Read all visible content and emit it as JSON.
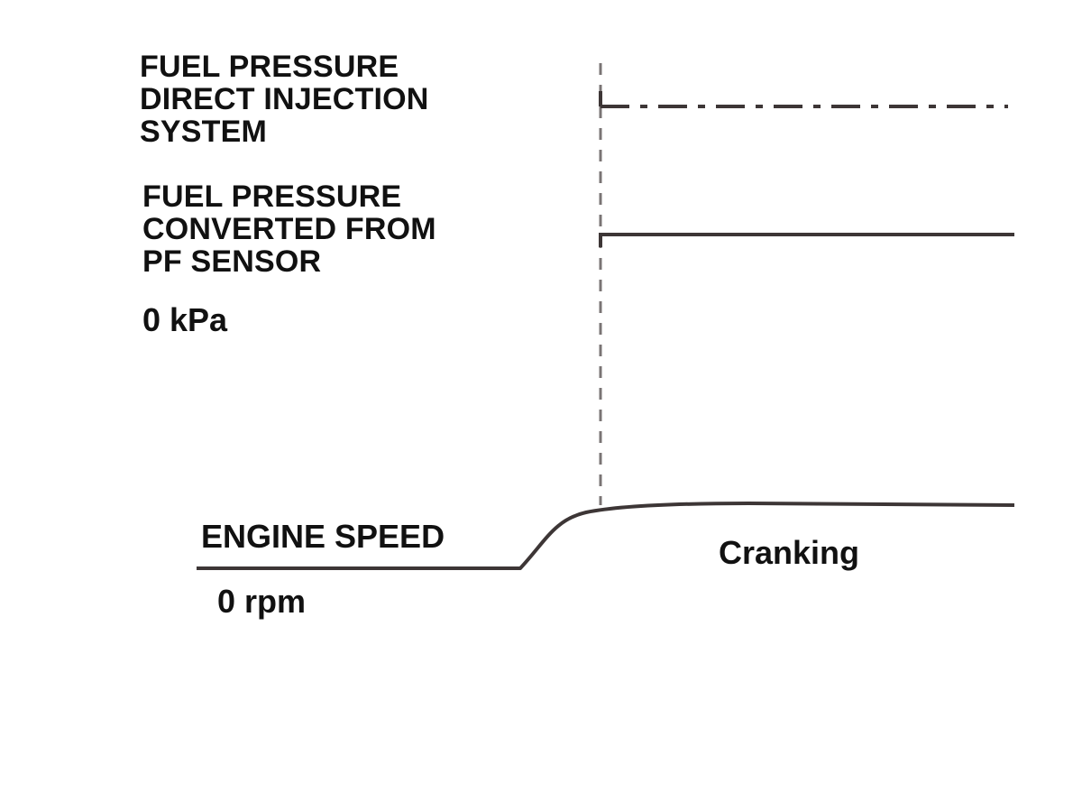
{
  "signals": {
    "direct_injection": {
      "label": "FUEL PRESSURE\nDIRECT INJECTION\nSYSTEM",
      "line_style": "dash-dot"
    },
    "pf_sensor": {
      "label": "FUEL PRESSURE\nCONVERTED FROM\nPF SENSOR",
      "line_style": "solid"
    },
    "engine_speed": {
      "label": "ENGINE SPEED",
      "line_style": "solid"
    }
  },
  "units": {
    "pressure_zero": "0 kPa",
    "speed_zero": "0 rpm"
  },
  "phase_label": "Cranking",
  "colors": {
    "text": "#111111",
    "trace": "#3d3636",
    "marker": "#7a7474"
  }
}
